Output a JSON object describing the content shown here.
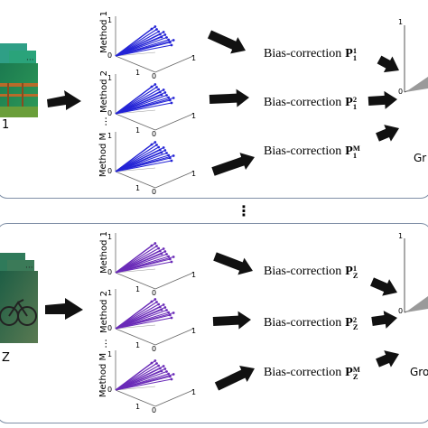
{
  "blocks": [
    {
      "id": "top",
      "subject_label": "1",
      "method_labels": [
        "Method 1",
        "Method 2",
        "Method M"
      ],
      "axis_ticks": {
        "zero": "0",
        "one": "1"
      },
      "bias": [
        {
          "text": "Bias-correction",
          "P": "P",
          "sup": "1",
          "sub": "1"
        },
        {
          "text": "Bias-correction",
          "P": "P",
          "sup": "2",
          "sub": "1"
        },
        {
          "text": "Bias-correction",
          "P": "P",
          "sup": "M",
          "sub": "1"
        }
      ],
      "output_label": "Gr",
      "vector_color": "#2424d6"
    },
    {
      "id": "bottom",
      "subject_label": "Z",
      "method_labels": [
        "Method 1",
        "Method 2",
        "Method M"
      ],
      "axis_ticks": {
        "zero": "0",
        "one": "1"
      },
      "bias": [
        {
          "text": "Bias-correction",
          "P": "P",
          "sup": "1",
          "sub": "Z"
        },
        {
          "text": "Bias-correction",
          "P": "P",
          "sup": "2",
          "sub": "Z"
        },
        {
          "text": "Bias-correction",
          "P": "P",
          "sup": "M",
          "sub": "Z"
        }
      ],
      "output_label": "Gro",
      "vector_color": "#6a2bb8"
    }
  ],
  "between_methods_dots": "···",
  "between_blocks_dots": "⋮",
  "colors": {
    "border": "#7f8fa6",
    "arrow": "#111111",
    "green": "#1f7a4c"
  }
}
